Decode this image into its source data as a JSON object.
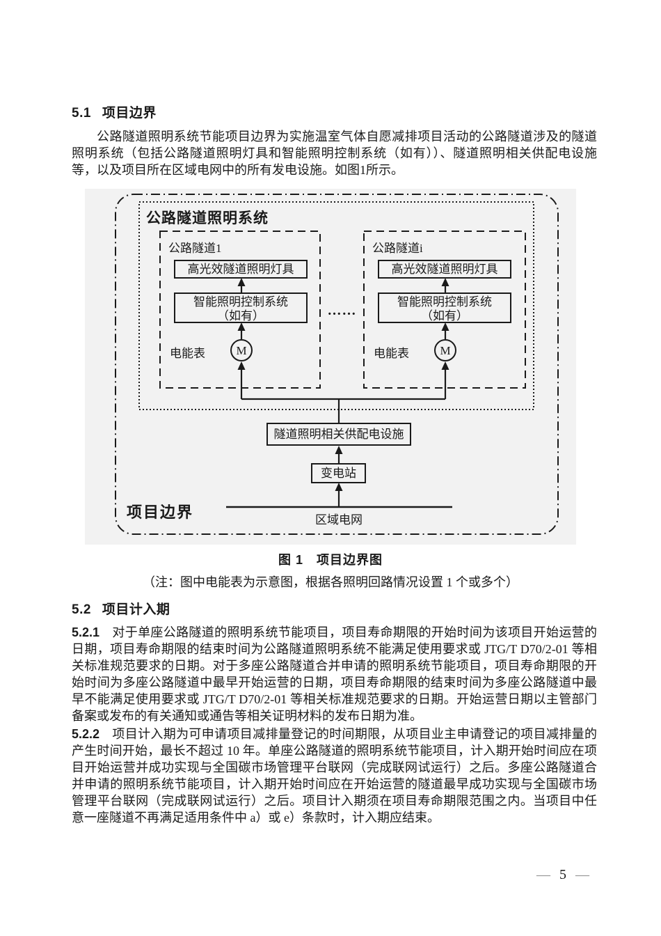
{
  "section_5_1": {
    "number": "5.1",
    "title": "项目边界",
    "paragraph": "公路隧道照明系统节能项目边界为实施温室气体自愿减排项目活动的公路隧道涉及的隧道照明系统（包括公路隧道照明灯具和智能照明控制系统（如有））、隧道照明相关供配电设施等，以及项目所在区域电网中的所有发电设施。如图1所示。"
  },
  "figure": {
    "system_title": "公路隧道照明系统",
    "boundary_label": "项目边界",
    "tunnel1": {
      "label": "公路隧道1",
      "lamp": "高光效隧道照明灯具",
      "control_line1": "智能照明控制系统",
      "control_line2": "（如有）",
      "meter_label": "电能表",
      "meter_symbol": "M"
    },
    "tunnel_i": {
      "label": "公路隧道i",
      "lamp": "高光效隧道照明灯具",
      "control_line1": "智能照明控制系统",
      "control_line2": "（如有）",
      "meter_label": "电能表",
      "meter_symbol": "M"
    },
    "ellipsis": "……",
    "supply": "隧道照明相关供配电设施",
    "substation": "变电站",
    "grid": "区域电网",
    "caption": "图 1　项目边界图",
    "note": "（注：图中电能表为示意图，根据各照明回路情况设置 1 个或多个）"
  },
  "section_5_2": {
    "number": "5.2",
    "title": "项目计入期",
    "para_5_2_1_num": "5.2.1",
    "para_5_2_1": "对于单座公路隧道的照明系统节能项目，项目寿命期限的开始时间为该项目开始运营的日期，项目寿命期限的结束时间为公路隧道照明系统不能满足使用要求或 JTG/T D70/2-01 等相关标准规范要求的日期。对于多座公路隧道合并申请的照明系统节能项目，项目寿命期限的开始时间为多座公路隧道中最早开始运营的日期，项目寿命期限的结束时间为多座公路隧道中最早不能满足使用要求或 JTG/T D70/2-01 等相关标准规范要求的日期。开始运营日期以主管部门备案或发布的有关通知或通告等相关证明材料的发布日期为准。",
    "para_5_2_2_num": "5.2.2",
    "para_5_2_2": "项目计入期为可申请项目减排量登记的时间期限，从项目业主申请登记的项目减排量的产生时间开始，最长不超过 10 年。单座公路隧道的照明系统节能项目，计入期开始时间应在项目开始运营并成功实现与全国碳市场管理平台联网（完成联网试运行）之后。多座公路隧道合并申请的照明系统节能项目，计入期开始时间应在开始运营的隧道最早成功实现与全国碳市场管理平台联网（完成联网试运行）之后。项目计入期须在项目寿命期限范围之内。当项目中任意一座隧道不再满足适用条件中 a）或 e）条款时，计入期应结束。"
  },
  "footer": {
    "left_dash": "—",
    "page_number": "5",
    "right_dash": "—"
  }
}
